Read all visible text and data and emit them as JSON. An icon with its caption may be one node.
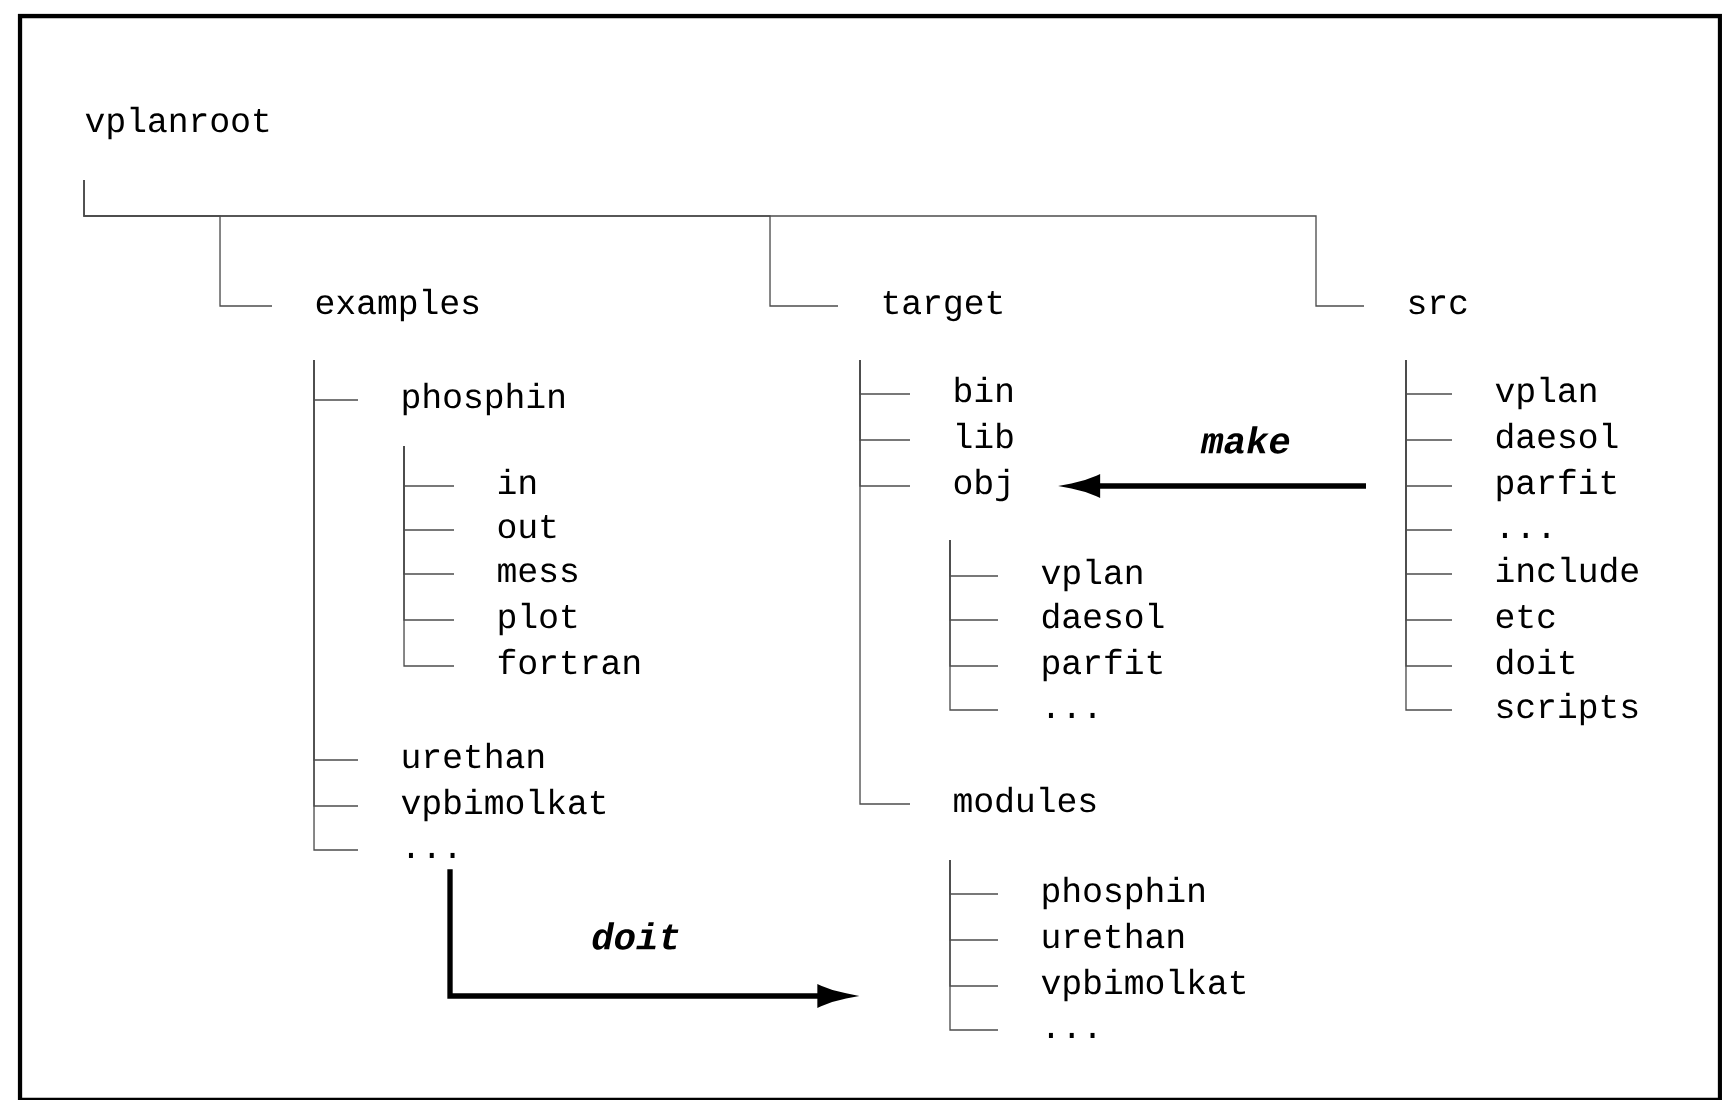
{
  "diagram": {
    "nodes": [
      {
        "text": [
          "vplanroot"
        ]
      },
      {
        "text": [
          "examples"
        ]
      },
      {
        "text": [
          "phosphin"
        ]
      },
      {
        "text": [
          "in"
        ]
      },
      {
        "text": [
          "out"
        ]
      },
      {
        "text": [
          "mess"
        ]
      },
      {
        "text": [
          "plot"
        ]
      },
      {
        "text": [
          "fortran"
        ]
      },
      {
        "text": [
          "urethan"
        ]
      },
      {
        "text": [
          "vpbimolkat"
        ]
      },
      {
        "text": [
          "..."
        ]
      },
      {
        "text": [
          "target"
        ]
      },
      {
        "text": [
          "bin"
        ]
      },
      {
        "text": [
          "lib"
        ]
      },
      {
        "text": [
          "obj"
        ]
      },
      {
        "text": [
          "vplan"
        ]
      },
      {
        "text": [
          "daesol"
        ]
      },
      {
        "text": [
          "parfit"
        ]
      },
      {
        "text": [
          "..."
        ]
      },
      {
        "text": [
          "modules"
        ]
      },
      {
        "text": [
          "phosphin"
        ]
      },
      {
        "text": [
          "urethan"
        ]
      },
      {
        "text": [
          "vpbimolkat"
        ]
      },
      {
        "text": [
          "..."
        ]
      },
      {
        "text": [
          "src"
        ]
      },
      {
        "text": [
          "vplan"
        ]
      },
      {
        "text": [
          "daesol"
        ]
      },
      {
        "text": [
          "parfit"
        ]
      },
      {
        "text": [
          "..."
        ]
      },
      {
        "text": [
          "include"
        ]
      },
      {
        "text": [
          "etc"
        ]
      },
      {
        "text": [
          "doit"
        ]
      },
      {
        "text": [
          "scripts"
        ]
      }
    ],
    "edges": [
      {
        "from": 0,
        "to": 1,
        "arrow": "none"
      },
      {
        "from": 0,
        "to": 11,
        "arrow": "none"
      },
      {
        "from": 0,
        "to": 24,
        "arrow": "none"
      },
      {
        "from": 1,
        "to": 2,
        "arrow": "none"
      },
      {
        "from": 2,
        "to": 3,
        "arrow": "none"
      },
      {
        "from": 2,
        "to": 4,
        "arrow": "none"
      },
      {
        "from": 2,
        "to": 5,
        "arrow": "none"
      },
      {
        "from": 2,
        "to": 6,
        "arrow": "none"
      },
      {
        "from": 2,
        "to": 7,
        "arrow": "none"
      },
      {
        "from": 1,
        "to": 8,
        "arrow": "none"
      },
      {
        "from": 1,
        "to": 9,
        "arrow": "none"
      },
      {
        "from": 1,
        "to": 10,
        "arrow": "none"
      },
      {
        "from": 11,
        "to": 12,
        "arrow": "none"
      },
      {
        "from": 11,
        "to": 13,
        "arrow": "none"
      },
      {
        "from": 11,
        "to": 14,
        "arrow": "none"
      },
      {
        "from": 14,
        "to": 15,
        "arrow": "none"
      },
      {
        "from": 14,
        "to": 16,
        "arrow": "none"
      },
      {
        "from": 14,
        "to": 17,
        "arrow": "none"
      },
      {
        "from": 14,
        "to": 18,
        "arrow": "none"
      },
      {
        "from": 11,
        "to": 19,
        "arrow": "none"
      },
      {
        "from": 19,
        "to": 20,
        "arrow": "none"
      },
      {
        "from": 19,
        "to": 21,
        "arrow": "none"
      },
      {
        "from": 19,
        "to": 22,
        "arrow": "none"
      },
      {
        "from": 19,
        "to": 23,
        "arrow": "none"
      },
      {
        "from": 24,
        "to": 25,
        "arrow": "none"
      },
      {
        "from": 24,
        "to": 26,
        "arrow": "none"
      },
      {
        "from": 24,
        "to": 27,
        "arrow": "none"
      },
      {
        "from": 24,
        "to": 28,
        "arrow": "none"
      },
      {
        "from": 24,
        "to": 29,
        "arrow": "none"
      },
      {
        "from": 24,
        "to": 30,
        "arrow": "none"
      },
      {
        "from": 24,
        "to": 31,
        "arrow": "none"
      },
      {
        "from": 24,
        "to": 32,
        "arrow": "none"
      },
      {
        "from": null,
        "to": 14,
        "arrow": "to",
        "label": "make",
        "style": "thick"
      },
      {
        "from": 10,
        "to": null,
        "arrow": "to",
        "label": "doit",
        "style": "thick"
      }
    ]
  }
}
